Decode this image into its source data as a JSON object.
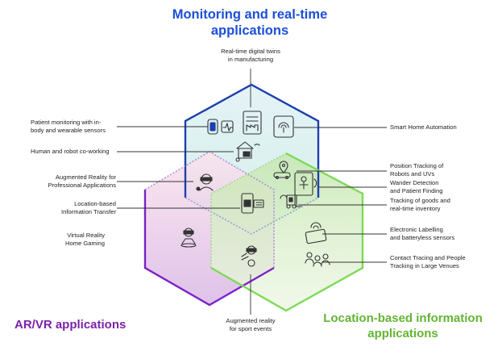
{
  "titles": {
    "monitoring": "Monitoring and real-time\napplications",
    "arvr": "AR/VR applications",
    "location": "Location-based information\napplications"
  },
  "labels": {
    "digital_twins": "Real-time digital twins\nin manufacturing",
    "patient_monitoring": "Patient monitoring with in-\nbody and wearable sensors",
    "smart_home": "Smart Home Automation",
    "human_robot": "Human and robot co-working",
    "ar_professional": "Augmented Reality for\nProfessional Applications",
    "position_tracking": "Position Tracking of\nRobots and UVs",
    "wander_detection": "Wander Detection\nand Patient Finding",
    "goods_tracking": "Tracking of goods and\nreal-time inventory",
    "location_info": "Location-based\nInformation Transfer",
    "electronic_labelling": "Electronic Labelling\nand batteryless sensors",
    "vr_gaming": "Virtual Reality\nHome Gaming",
    "contact_tracing": "Contact Tracing and People\nTracking in Large Venues",
    "sport_ar": "Augmented reality\nfor sport events"
  },
  "colors": {
    "monitoring": "#1c3fae",
    "arvr": "#7b22c8",
    "location": "#7ed957",
    "icon": "#333333"
  }
}
